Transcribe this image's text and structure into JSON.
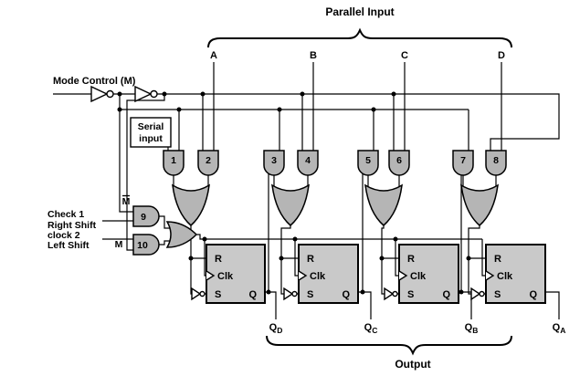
{
  "diagram": {
    "title_top": "Parallel Input",
    "title_bottom": "Output",
    "mode_control": "Mode Control (M)",
    "serial_line1": "Serial",
    "serial_line2": "input",
    "left_labels": [
      "Check 1",
      "Right Shift",
      "clock 2",
      "Left Shift"
    ],
    "mbar": "M",
    "m": "M",
    "parallel_inputs": [
      "A",
      "B",
      "C",
      "D"
    ],
    "and_gates": [
      "1",
      "2",
      "3",
      "4",
      "5",
      "6",
      "7",
      "8"
    ],
    "gate9": "9",
    "gate10": "10",
    "ff": {
      "r": "R",
      "clk": "Clk",
      "s": "S",
      "q": "Q"
    },
    "outputs": [
      {
        "base": "Q",
        "sub": "D"
      },
      {
        "base": "Q",
        "sub": "C"
      },
      {
        "base": "Q",
        "sub": "B"
      },
      {
        "base": "Q",
        "sub": "A"
      }
    ],
    "colors": {
      "gate_fill": "#b5b5b5",
      "ff_fill": "#c9c9c9",
      "wire": "#000000"
    }
  }
}
